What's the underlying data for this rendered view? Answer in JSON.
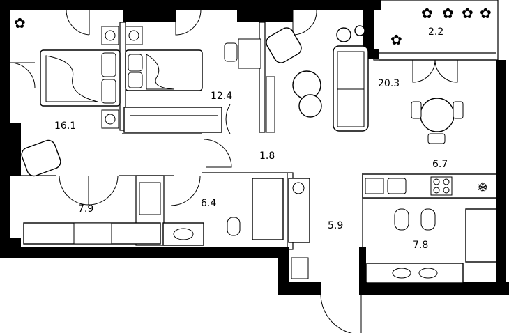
{
  "floorplan": {
    "rooms": [
      {
        "id": "bedroom-large",
        "area": "16.1"
      },
      {
        "id": "bedroom-small",
        "area": "12.4"
      },
      {
        "id": "balcony",
        "area": "2.2"
      },
      {
        "id": "living-kitchen",
        "area": "20.3"
      },
      {
        "id": "corridor",
        "area": "1.8"
      },
      {
        "id": "kitchen-zone",
        "area": "6.7"
      },
      {
        "id": "wardrobe",
        "area": "7.9"
      },
      {
        "id": "bathroom-small",
        "area": "6.4"
      },
      {
        "id": "hall",
        "area": "5.9"
      },
      {
        "id": "bathroom-large",
        "area": "7.8"
      }
    ],
    "icons": {
      "plant": "✿",
      "fridge": "❄"
    },
    "colors": {
      "wall": "#000000",
      "background": "#ffffff"
    }
  }
}
